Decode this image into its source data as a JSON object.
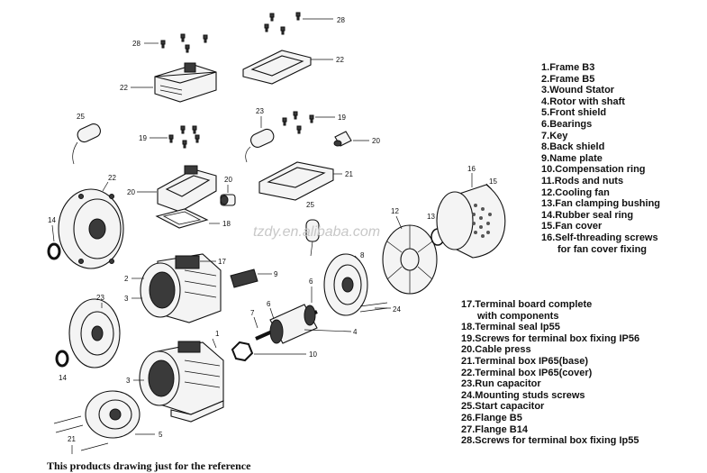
{
  "legend_a": [
    {
      "num": "1.",
      "text": "Frame B3"
    },
    {
      "num": "2.",
      "text": "Frame B5"
    },
    {
      "num": "3.",
      "text": "Wound Stator"
    },
    {
      "num": "4.",
      "text": "Rotor with shaft"
    },
    {
      "num": "5.",
      "text": "Front shield"
    },
    {
      "num": "6.",
      "text": "Bearings"
    },
    {
      "num": "7.",
      "text": "Key"
    },
    {
      "num": "8.",
      "text": "Back shield"
    },
    {
      "num": "9.",
      "text": "Name plate"
    },
    {
      "num": "10.",
      "text": "Compensation ring"
    },
    {
      "num": "11.",
      "text": "Rods and nuts"
    },
    {
      "num": "12.",
      "text": "Cooling fan"
    },
    {
      "num": "13.",
      "text": "Fan clamping bushing"
    },
    {
      "num": "14.",
      "text": "Rubber seal ring"
    },
    {
      "num": "15.",
      "text": "Fan cover"
    },
    {
      "num": "16.",
      "text": "Self-threading screws",
      "cont": "for fan cover fixing"
    }
  ],
  "legend_b": [
    {
      "num": "17.",
      "text": "Terminal board complete",
      "cont": "with components"
    },
    {
      "num": "18.",
      "text": "Terminal seal Ip55"
    },
    {
      "num": "19.",
      "text": "Screws for terminal box fixing IP56"
    },
    {
      "num": "20.",
      "text": "Cable press"
    },
    {
      "num": "21.",
      "text": "Terminal box IP65(base)"
    },
    {
      "num": "22.",
      "text": "Terminal box IP65(cover)"
    },
    {
      "num": "23.",
      "text": "Run capacitor"
    },
    {
      "num": "24.",
      "text": "Mounting studs screws"
    },
    {
      "num": "25.",
      "text": "Start capacitor"
    },
    {
      "num": "26.",
      "text": "Flange B5"
    },
    {
      "num": "27.",
      "text": "Flange B14"
    },
    {
      "num": "28.",
      "text": "Screws for terminal box fixing Ip55"
    }
  ],
  "callouts": {
    "c28a": "28",
    "c28b": "28",
    "c22a": "22",
    "c22b": "22",
    "c25a": "25",
    "c19a": "19",
    "c23a": "23",
    "c19b": "19",
    "c20a": "20",
    "c22c": "22",
    "c20b": "20",
    "c20c": "20",
    "c21": "21",
    "c18": "18",
    "c14a": "14",
    "c25b": "25",
    "c12": "12",
    "c16": "16",
    "c15": "15",
    "c13": "13",
    "c17": "17",
    "c2": "2",
    "c3a": "3",
    "c9": "9",
    "c8": "8",
    "c6a": "6",
    "c6b": "6",
    "c7": "7",
    "c4": "4",
    "c24": "24",
    "c10": "10",
    "c23b": "23",
    "c14b": "14",
    "c1": "1",
    "c3b": "3",
    "c5": "5",
    "c21b": "21"
  },
  "watermark": "tzdy.en.alibaba.com",
  "bottom_text": "This products drawing just for the reference"
}
